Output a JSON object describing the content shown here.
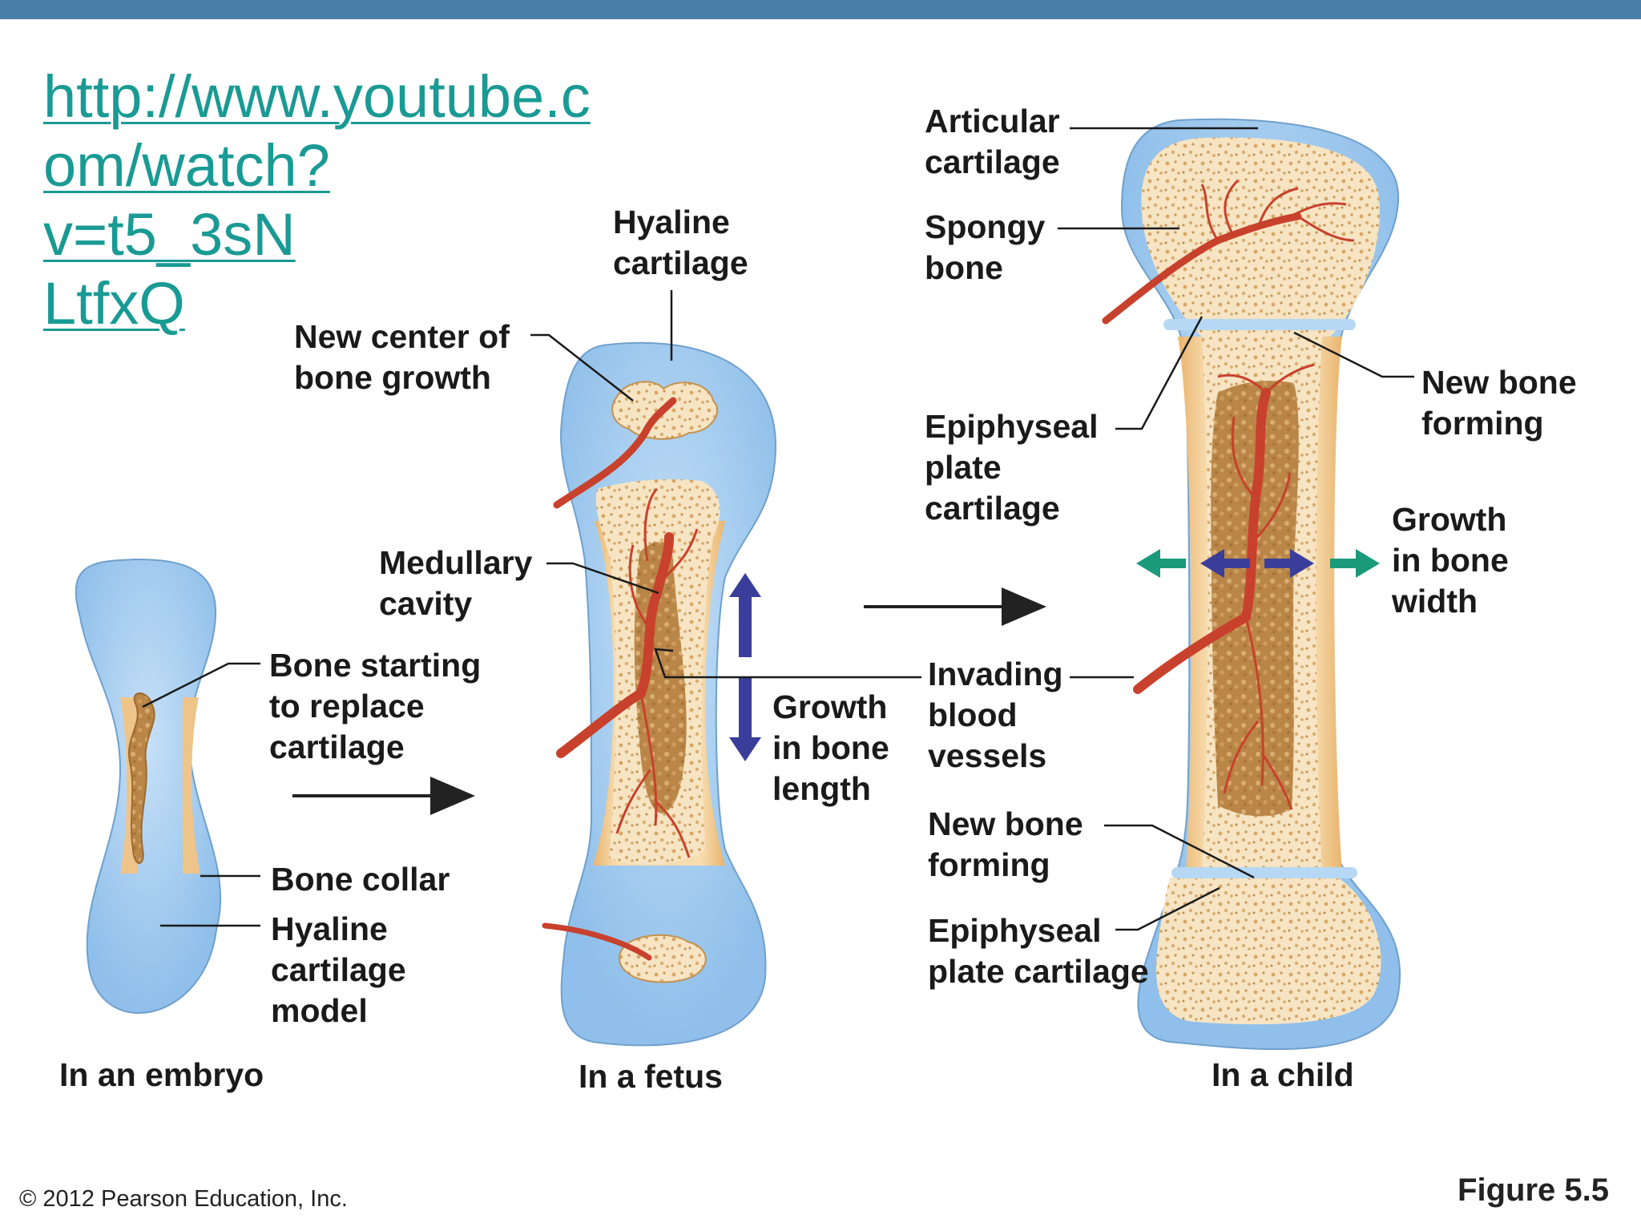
{
  "link": {
    "lines": [
      "http://www.youtube.c",
      "om/watch?v=t5_3sN",
      "LtfxQ"
    ]
  },
  "labels": {
    "new_center": [
      "New center of",
      "bone growth"
    ],
    "hyaline_fetus": [
      "Hyaline",
      "cartilage"
    ],
    "medullary": [
      "Medullary",
      "cavity"
    ],
    "bone_starting": [
      "Bone starting",
      "to replace",
      "cartilage"
    ],
    "bone_collar": [
      "Bone collar"
    ],
    "hyaline_model": [
      "Hyaline",
      "cartilage",
      "model"
    ],
    "growth_length": [
      "Growth",
      "in bone",
      "length"
    ],
    "articular": [
      "Articular",
      "cartilage"
    ],
    "spongy": [
      "Spongy",
      "bone"
    ],
    "epiphyseal_top": [
      "Epiphyseal",
      "plate",
      "cartilage"
    ],
    "new_bone_right": [
      "New bone",
      "forming"
    ],
    "growth_width": [
      "Growth",
      "in bone",
      "width"
    ],
    "invading": [
      "Invading",
      "blood",
      "vessels"
    ],
    "new_bone_lower": [
      "New bone",
      "forming"
    ],
    "epiphyseal_bottom": [
      "Epiphyseal",
      "plate cartilage"
    ]
  },
  "captions": {
    "embryo": "In an embryo",
    "fetus": "In a fetus",
    "child": "In a child"
  },
  "footer": {
    "copyright": "© 2012 Pearson Education, Inc.",
    "figure": "Figure 5.5"
  },
  "colors": {
    "cartilage": "#9cc8ee",
    "bone_collar": "#f2cf95",
    "spongy_bone": "#f7e8cc",
    "marrow": "#b8864a",
    "vessel": "#d24a32",
    "arrow_growth": "#3a3e9a",
    "arrow_width": "#1a9a7a",
    "link": "#1a9a94"
  }
}
